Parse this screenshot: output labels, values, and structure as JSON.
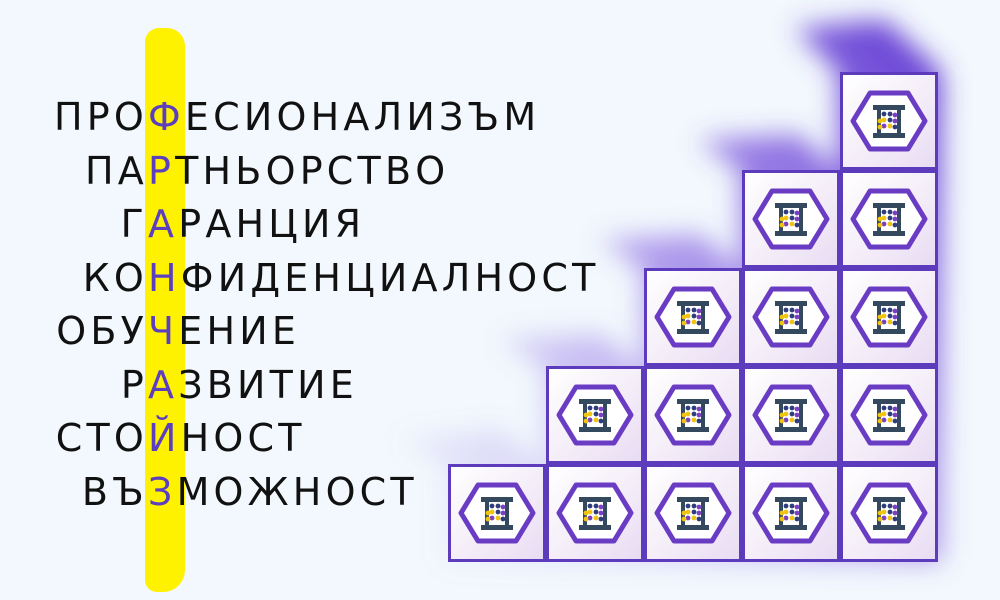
{
  "acrostic": {
    "highlight_color": "#fff200",
    "key_letter_color": "#5b3fbf",
    "lines": [
      {
        "before": "ПРО",
        "key": "Ф",
        "after": "ЕСИОНАЛИЗЪМ"
      },
      {
        "before": "ПА",
        "key": "Р",
        "after": "ТНЬОРСТВО"
      },
      {
        "before": "Г",
        "key": "А",
        "after": "РАНЦИЯ"
      },
      {
        "before": "КО",
        "key": "Н",
        "after": "ФИДЕНЦИАЛНОСТ"
      },
      {
        "before": "ОБУ",
        "key": "Ч",
        "after": "ЕНИЕ"
      },
      {
        "before": "Р",
        "key": "А",
        "after": "ЗВИТИЕ"
      },
      {
        "before": "СТО",
        "key": "Й",
        "after": "НОСТ"
      },
      {
        "before": "ВЪ",
        "key": "З",
        "after": "МОЖНОСТ"
      }
    ]
  },
  "staircase": {
    "rows": [
      1,
      2,
      3,
      4,
      5
    ],
    "icon": "hexagon-abacus-icon",
    "cube_border_color": "#5c3bbd",
    "cube_fill_color": "#f4edf8",
    "glow_color": "#6a3cd8",
    "hexagon_color": "#6a3cc4",
    "rail_color": "#34495e",
    "bead_dark_color": "#2f3d7c",
    "bead_yellow_color": "#f1c40f",
    "bead_purple_color": "#7b3fc4"
  }
}
